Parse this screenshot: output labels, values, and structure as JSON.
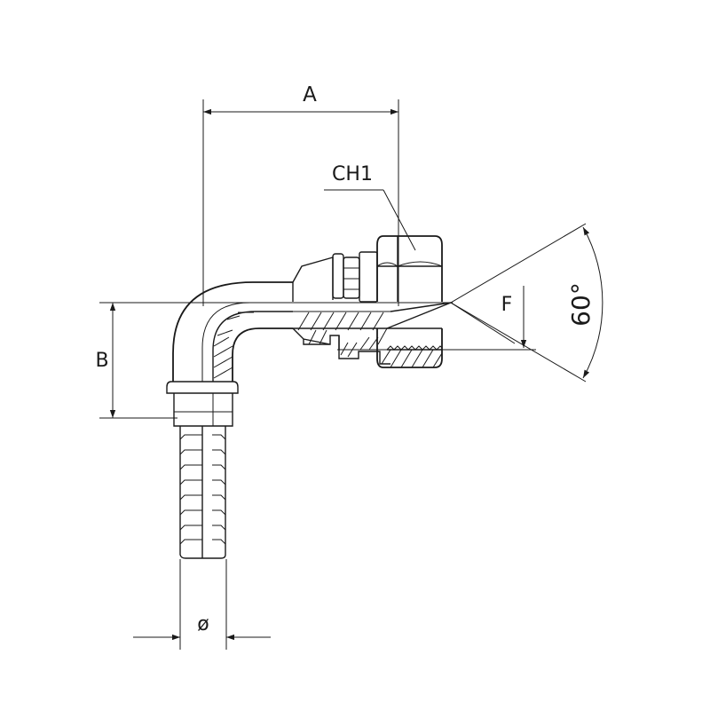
{
  "labels": {
    "dim_a": "A",
    "dim_b": "B",
    "dim_ch1": "CH1",
    "dim_f": "F",
    "angle": "60°",
    "diameter": "ø"
  },
  "colors": {
    "line": "#1a1a1a",
    "background": "#ffffff"
  }
}
